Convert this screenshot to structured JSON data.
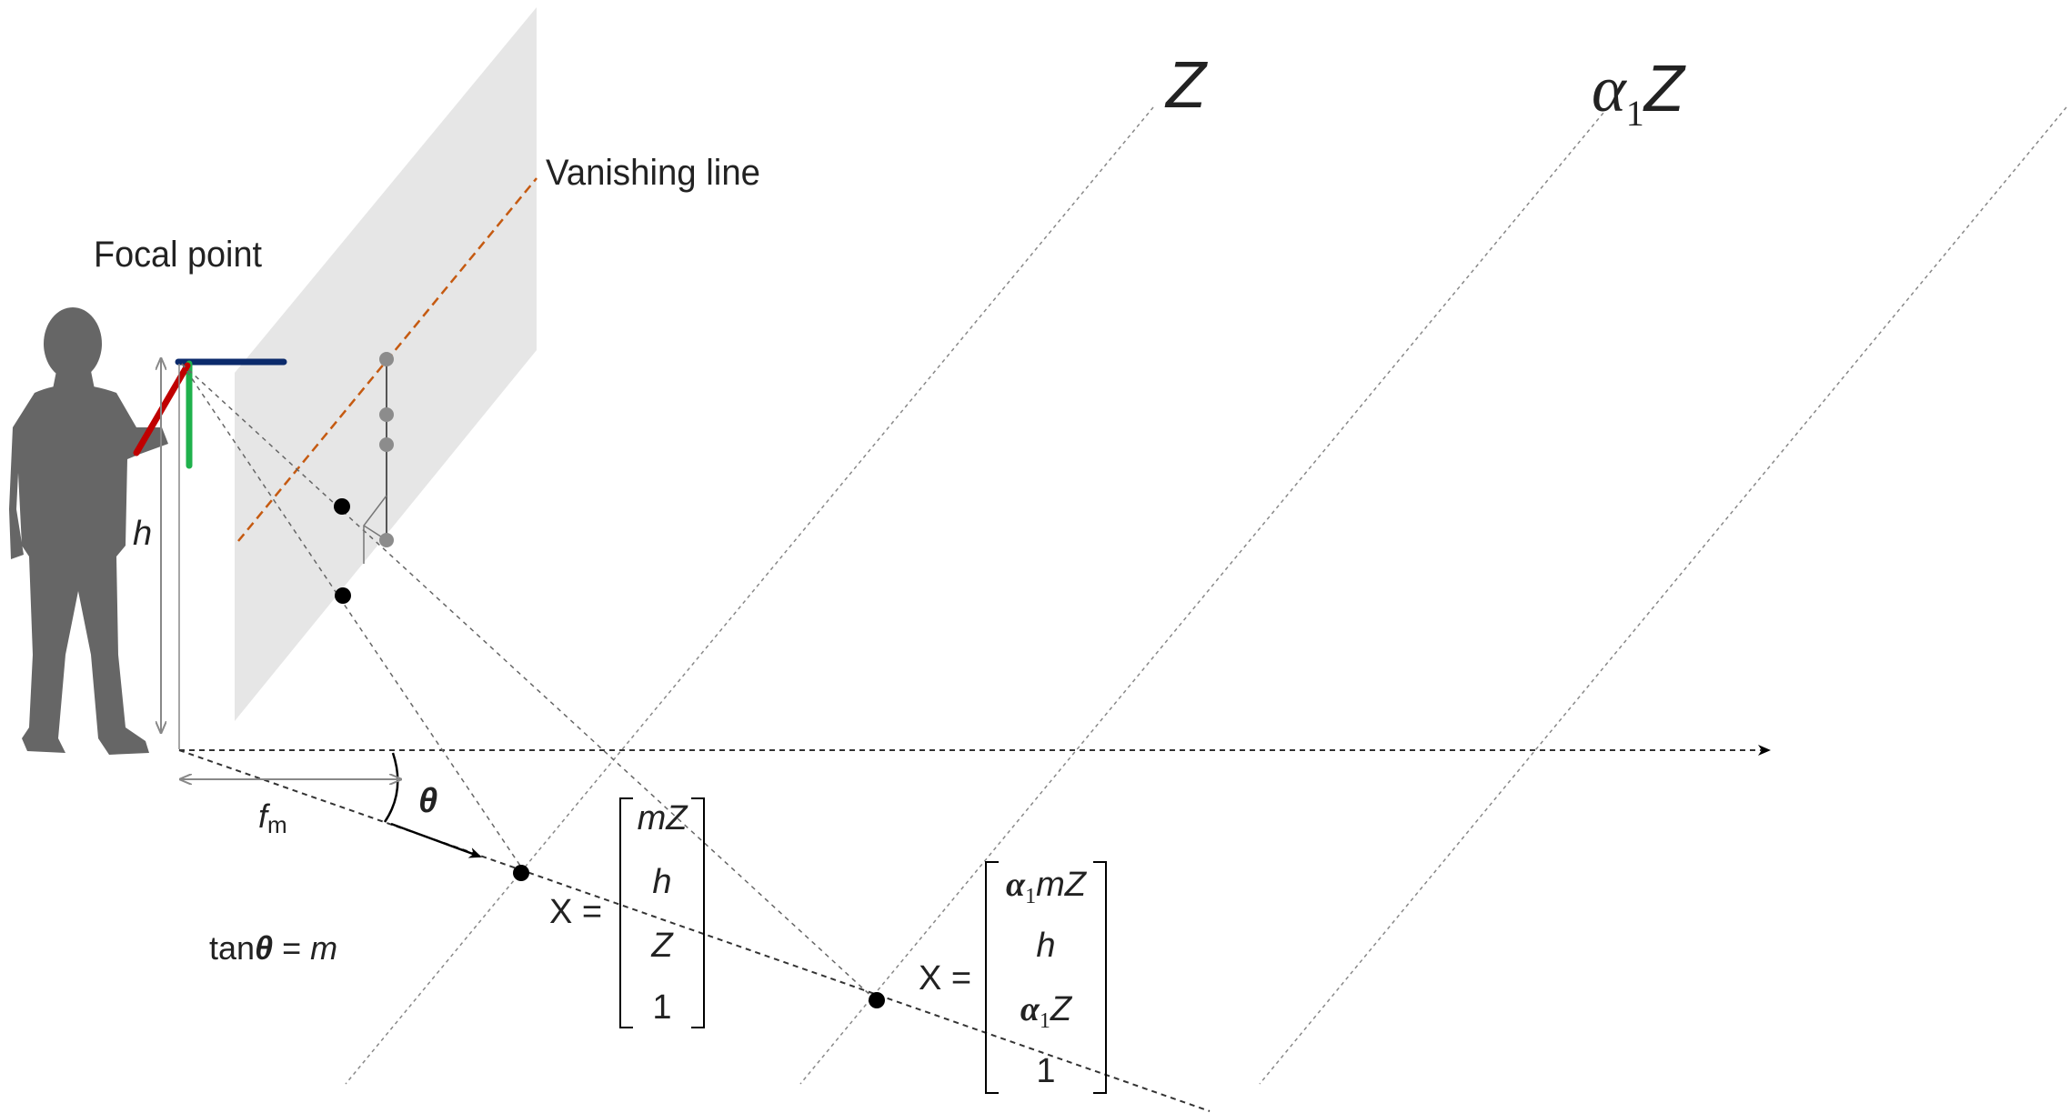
{
  "labels": {
    "focal_point": "Focal point",
    "vanishing_line": "Vanishing line",
    "h": "h",
    "fm_base": "f",
    "fm_sub": "m",
    "theta": "θ",
    "tan_prefix": "tan",
    "tan_theta": "θ",
    "tan_suffix": " = ",
    "tan_m": "m",
    "z_top": "Z",
    "alpha_top": "α",
    "alpha_top_sub": "1",
    "alpha_top_z": "Z",
    "x_eq_1": "X =",
    "x_eq_2": "X ="
  },
  "matrix1": [
    "mZ",
    "h",
    "Z",
    "1"
  ],
  "matrix2": {
    "row1_alpha": "α",
    "row1_sub": "1",
    "row1_rest": "mZ",
    "row2": "h",
    "row3_alpha": "α",
    "row3_sub": "1",
    "row3_rest": "Z",
    "row4": "1"
  },
  "colors": {
    "image_plane": "#e6e6e6",
    "person": "#666666",
    "axis_red": "#c00000",
    "axis_green": "#1fb14c",
    "axis_blue": "#0b2a6b",
    "vanishing_line": "#c55a11",
    "guide": "#888888",
    "ray": "#555555",
    "point": "#000000",
    "grey_point": "#8c8c8c"
  }
}
